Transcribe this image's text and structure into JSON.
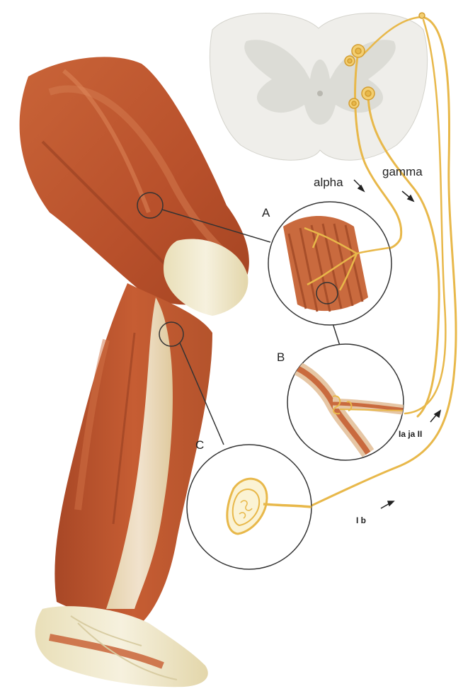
{
  "labels": {
    "alpha": "alpha",
    "gamma": "gamma",
    "a": "A",
    "b": "B",
    "c": "C",
    "ia_ja_ii": "Ia ja II",
    "ib": "I b"
  },
  "colors": {
    "nerve": "#e8b84a",
    "muscle": "#c0582f",
    "muscle_dark": "#9c3f22",
    "tendon": "#eee6c8",
    "spinal_cord": "#efeeea",
    "grey_matter": "#dcdcd6",
    "circle_line": "#333333",
    "text": "#222222"
  }
}
